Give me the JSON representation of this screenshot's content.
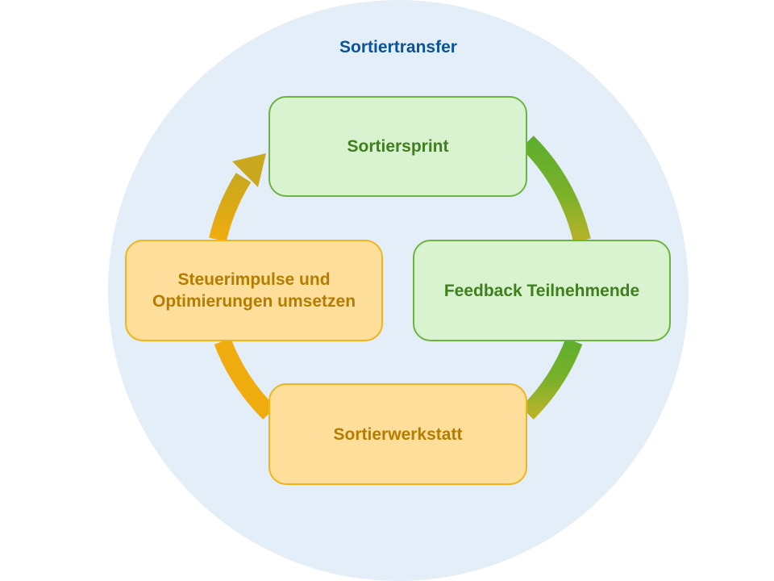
{
  "title": "Sortiertransfer",
  "nodes": {
    "sprint": "Sortiersprint",
    "feedback": "Feedback Teilnehmende",
    "werkstatt": "Sortierwerkstatt",
    "steuer": "Steuerimpulse und Optimierungen umsetzen"
  },
  "colors": {
    "background_circle": "#e3eef8",
    "title": "#0b5394",
    "green_fill": "#d9f2d0",
    "green_border": "#6cb33f",
    "green_text": "#3f7f1d",
    "orange_fill": "#fdde9b",
    "orange_border": "#f0b41c",
    "orange_text": "#b57d00"
  }
}
